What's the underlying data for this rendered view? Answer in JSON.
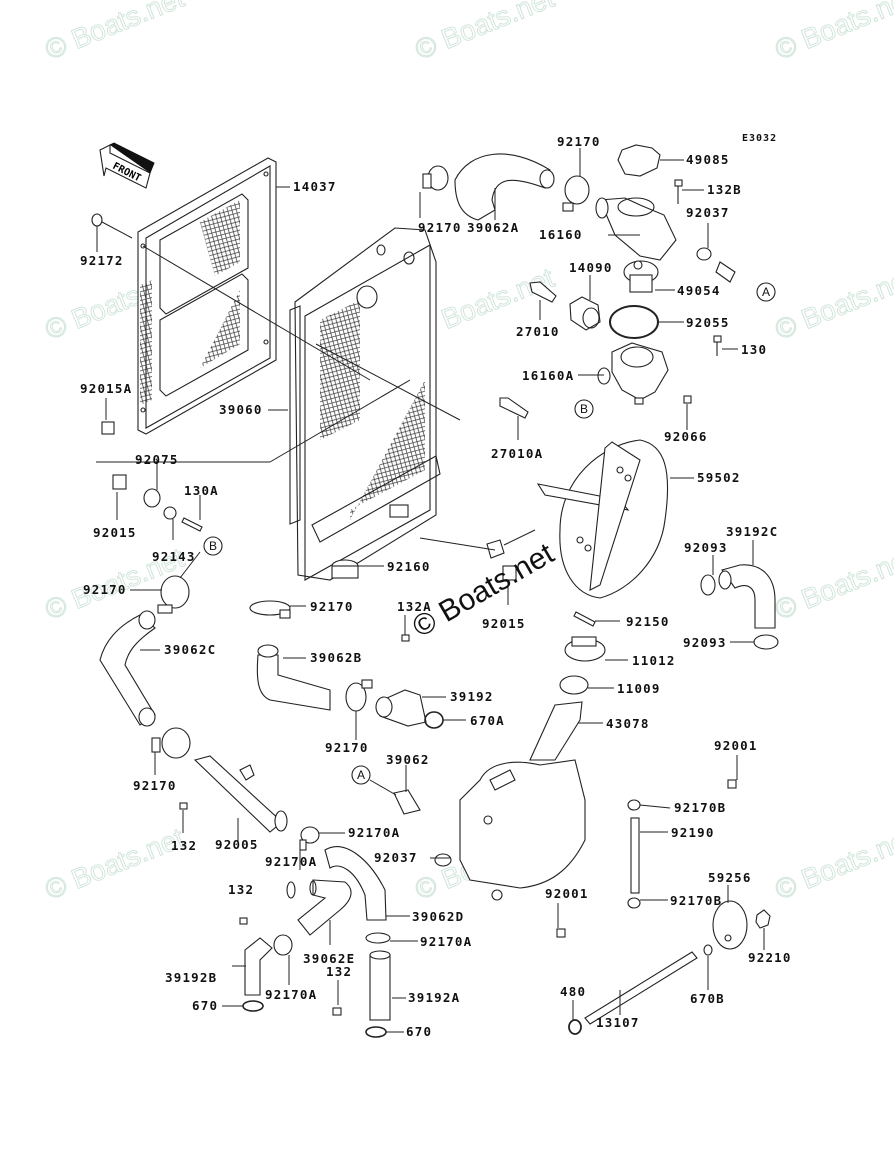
{
  "diagram": {
    "code": "E3032",
    "front_label": "FRONT",
    "watermark": "© Boats.net",
    "center_watermark": "© Boats.net",
    "ref_markers": [
      "A",
      "B"
    ],
    "part_labels": [
      {
        "id": "14037",
        "text": "14037"
      },
      {
        "id": "92172",
        "text": "92172"
      },
      {
        "id": "92015A",
        "text": "92015A"
      },
      {
        "id": "39060",
        "text": "39060"
      },
      {
        "id": "92170-top-left",
        "text": "92170"
      },
      {
        "id": "39062A",
        "text": "39062A"
      },
      {
        "id": "92170-top",
        "text": "92170"
      },
      {
        "id": "49085",
        "text": "49085"
      },
      {
        "id": "132B",
        "text": "132B"
      },
      {
        "id": "16160",
        "text": "16160"
      },
      {
        "id": "92037-top",
        "text": "92037"
      },
      {
        "id": "14090",
        "text": "14090"
      },
      {
        "id": "49054",
        "text": "49054"
      },
      {
        "id": "27010",
        "text": "27010"
      },
      {
        "id": "92055",
        "text": "92055"
      },
      {
        "id": "130",
        "text": "130"
      },
      {
        "id": "16160A",
        "text": "16160A"
      },
      {
        "id": "92066",
        "text": "92066"
      },
      {
        "id": "27010A",
        "text": "27010A"
      },
      {
        "id": "59502",
        "text": "59502"
      },
      {
        "id": "92075",
        "text": "92075"
      },
      {
        "id": "130A",
        "text": "130A"
      },
      {
        "id": "92015",
        "text": "92015"
      },
      {
        "id": "92143",
        "text": "92143"
      },
      {
        "id": "39192C",
        "text": "39192C"
      },
      {
        "id": "92093-top",
        "text": "92093"
      },
      {
        "id": "92170-left",
        "text": "92170"
      },
      {
        "id": "92160",
        "text": "92160"
      },
      {
        "id": "92170-mid",
        "text": "92170"
      },
      {
        "id": "92015-mid",
        "text": "92015"
      },
      {
        "id": "92150",
        "text": "92150"
      },
      {
        "id": "132A",
        "text": "132A"
      },
      {
        "id": "92093-bottom",
        "text": "92093"
      },
      {
        "id": "39062C",
        "text": "39062C"
      },
      {
        "id": "39062B",
        "text": "39062B"
      },
      {
        "id": "11012",
        "text": "11012"
      },
      {
        "id": "11009",
        "text": "11009"
      },
      {
        "id": "39192",
        "text": "39192"
      },
      {
        "id": "670A",
        "text": "670A"
      },
      {
        "id": "43078",
        "text": "43078"
      },
      {
        "id": "92170-mid2",
        "text": "92170"
      },
      {
        "id": "39062",
        "text": "39062"
      },
      {
        "id": "92001-top",
        "text": "92001"
      },
      {
        "id": "92170-left2",
        "text": "92170"
      },
      {
        "id": "92170B-top",
        "text": "92170B"
      },
      {
        "id": "92190",
        "text": "92190"
      },
      {
        "id": "132-left",
        "text": "132"
      },
      {
        "id": "92005",
        "text": "92005"
      },
      {
        "id": "92170A-1",
        "text": "92170A"
      },
      {
        "id": "92170A-2",
        "text": "92170A"
      },
      {
        "id": "92037-bottom",
        "text": "92037"
      },
      {
        "id": "132-mid",
        "text": "132"
      },
      {
        "id": "92001-bottom",
        "text": "92001"
      },
      {
        "id": "59256",
        "text": "59256"
      },
      {
        "id": "92170B-bottom",
        "text": "92170B"
      },
      {
        "id": "39062D",
        "text": "39062D"
      },
      {
        "id": "92210",
        "text": "92210"
      },
      {
        "id": "92170A-3",
        "text": "92170A"
      },
      {
        "id": "39192B",
        "text": "39192B"
      },
      {
        "id": "39062E",
        "text": "39062E"
      },
      {
        "id": "132-bottom",
        "text": "132"
      },
      {
        "id": "92170A-4",
        "text": "92170A"
      },
      {
        "id": "670B",
        "text": "670B"
      },
      {
        "id": "480",
        "text": "480"
      },
      {
        "id": "39192A",
        "text": "39192A"
      },
      {
        "id": "670-left",
        "text": "670"
      },
      {
        "id": "13107",
        "text": "13107"
      },
      {
        "id": "670-bottom",
        "text": "670"
      }
    ]
  }
}
